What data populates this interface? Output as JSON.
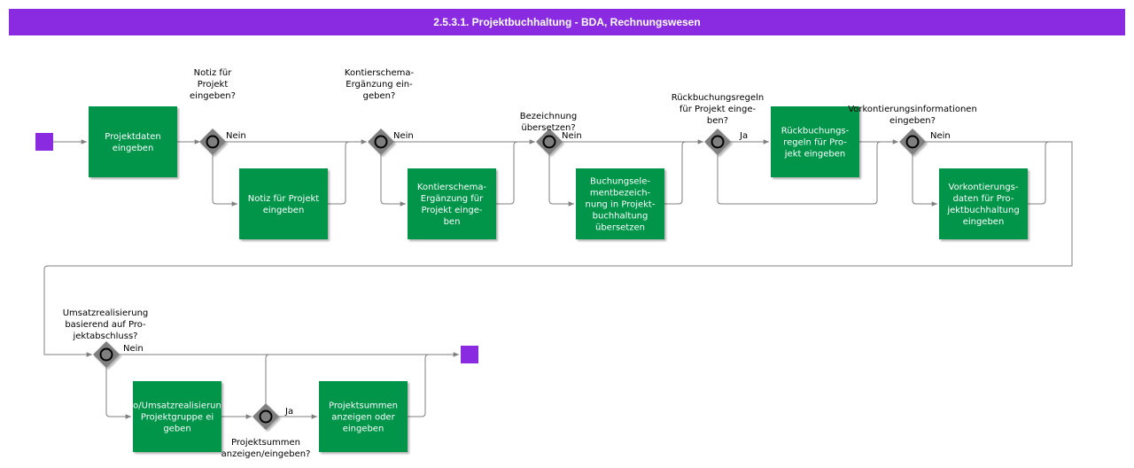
{
  "title": "2.5.3.1. Projektbuchhaltung - BDA, Rechnungswesen",
  "colors": {
    "header": "#8a2be2",
    "task": "#00954a",
    "event": "#8a2be2",
    "gateway": "#7f7f7f",
    "line": "#7f7f7f"
  },
  "tasks": [
    {
      "id": "t1",
      "lines": [
        "Projektdaten",
        "eingeben"
      ]
    },
    {
      "id": "t2",
      "lines": [
        "Notiz für Projekt",
        "eingeben"
      ]
    },
    {
      "id": "t3",
      "lines": [
        "Kontierschema-",
        "Ergänzung für",
        "Projekt einge-",
        "ben"
      ]
    },
    {
      "id": "t4",
      "lines": [
        "Buchungsele-",
        "mentbezeich-",
        "nung in Projekt-",
        "buchhaltung",
        "übersetzen"
      ]
    },
    {
      "id": "t5",
      "lines": [
        "Rückbuchungs-",
        "regeln für Pro-",
        "jekt eingeben"
      ]
    },
    {
      "id": "t6",
      "lines": [
        "Vorkontierungs-",
        "daten für Pro-",
        "jektbuchhaltung",
        "eingeben"
      ]
    },
    {
      "id": "t7",
      "lines": [
        "o/Umsatzrealisierun",
        "Projektgruppe ei",
        "geben"
      ]
    },
    {
      "id": "t8",
      "lines": [
        "Projektsummen",
        "anzeigen oder",
        "eingeben"
      ]
    }
  ],
  "gateways": [
    {
      "id": "g1",
      "question": [
        "Notiz für",
        "Projekt",
        "eingeben?"
      ],
      "label": "Nein"
    },
    {
      "id": "g2",
      "question": [
        "Kontierschema-",
        "Ergänzung ein-",
        "geben?"
      ],
      "label": "Nein"
    },
    {
      "id": "g3",
      "question": [
        "Bezeichnung",
        "übersetzen?"
      ],
      "label": "Nein"
    },
    {
      "id": "g4",
      "question": [
        "Rückbuchungsregeln",
        "für Projekt einge-",
        "ben?"
      ],
      "label": "Ja"
    },
    {
      "id": "g5",
      "question": [
        "Vorkontierungsinformationen",
        "eingeben?"
      ],
      "label": "Nein"
    },
    {
      "id": "g6",
      "question": [
        "Umsatzrealisierung",
        "basierend auf Pro-",
        "jektabschluss?"
      ],
      "label": "Nein"
    },
    {
      "id": "g7",
      "question": [
        "Projektsummen",
        "anzeigen/eingeben?"
      ],
      "label": "Ja"
    }
  ]
}
